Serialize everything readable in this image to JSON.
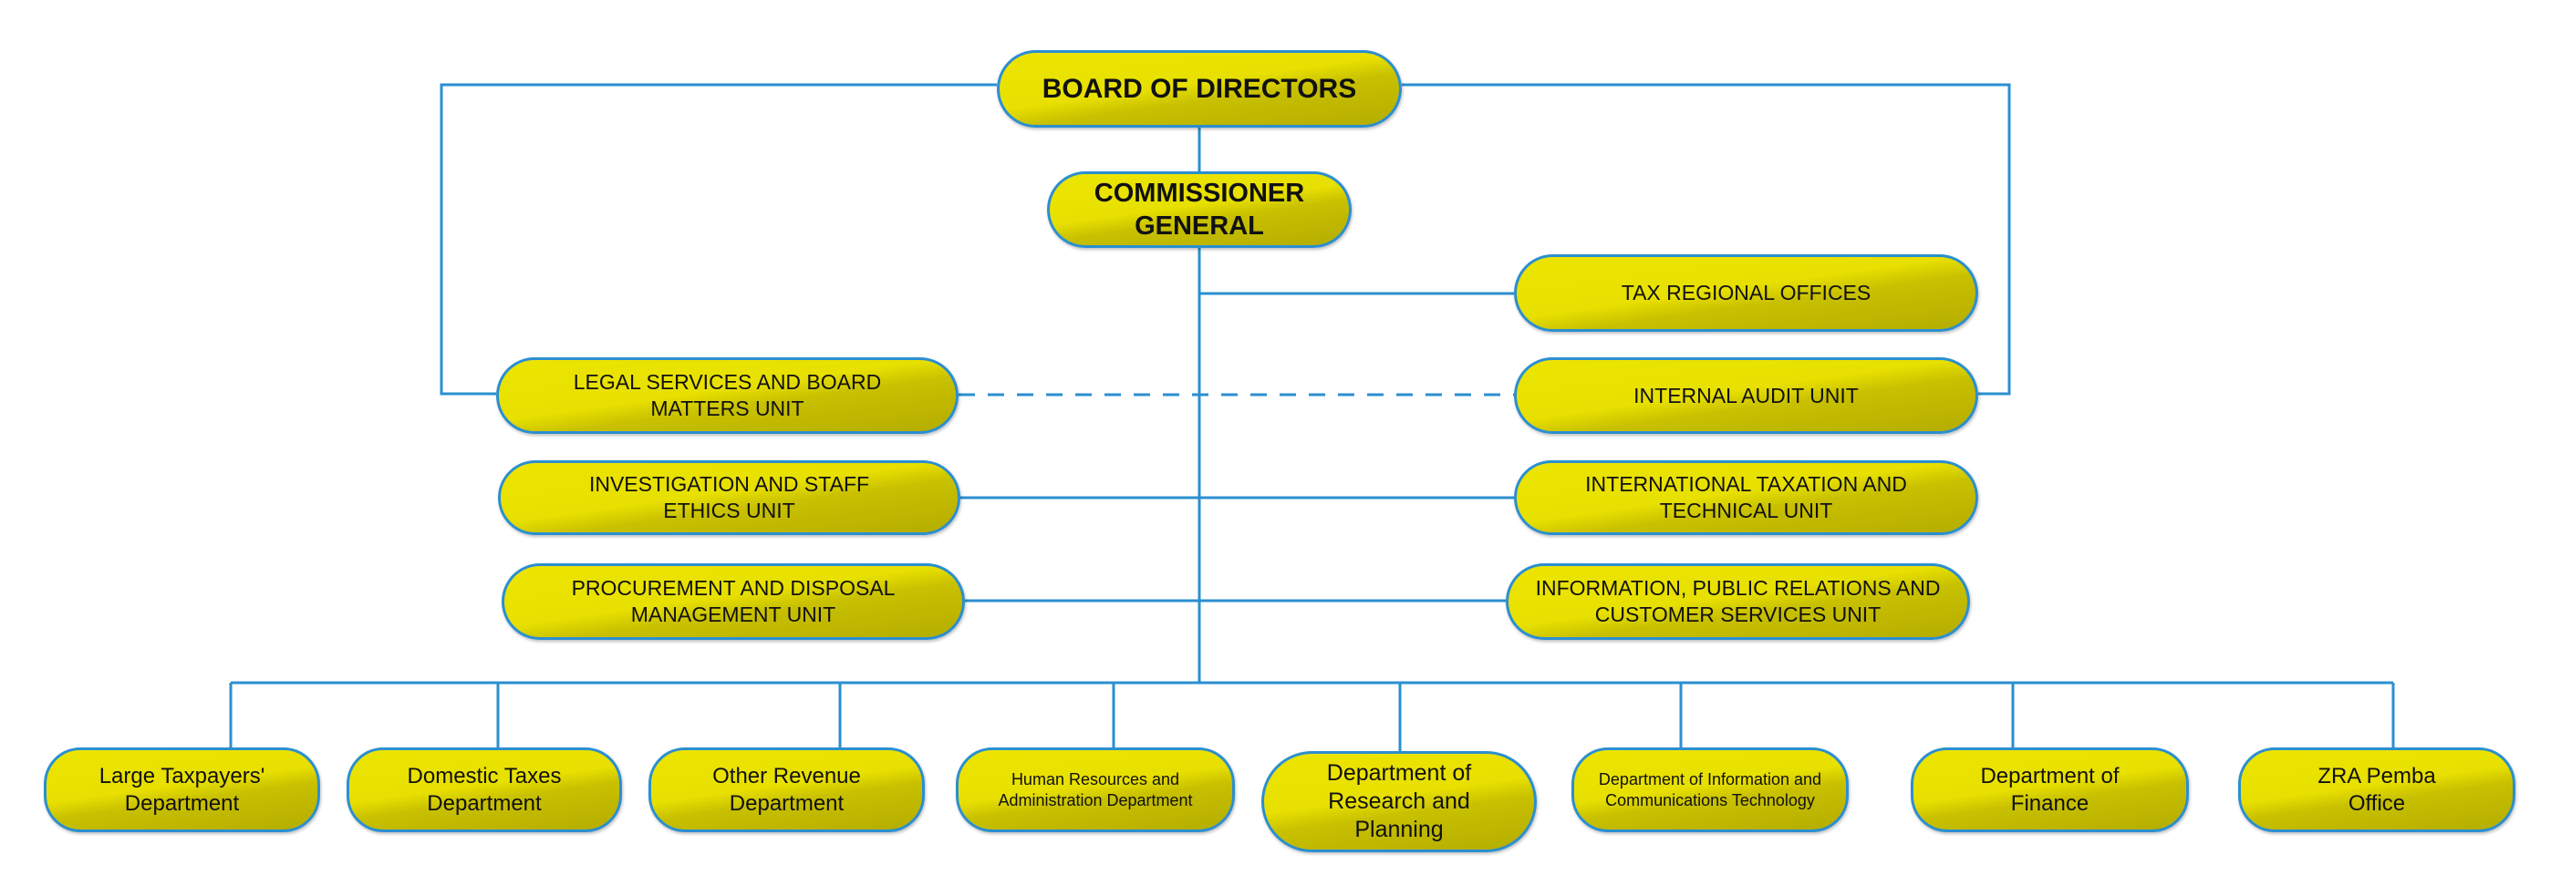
{
  "colors": {
    "box_fill": "#e8e000",
    "box_border": "#2b8fd0",
    "connector": "#2b8fd0"
  },
  "top": {
    "board": "BOARD OF DIRECTORS",
    "commissioner": "COMMISSIONER GENERAL"
  },
  "units": {
    "tax_regional": "TAX REGIONAL OFFICES",
    "legal": "LEGAL SERVICES AND BOARD MATTERS UNIT",
    "internal_audit": "INTERNAL AUDIT UNIT",
    "investigation": "INVESTIGATION AND STAFF ETHICS UNIT",
    "intl_tax": "INTERNATIONAL TAXATION AND TECHNICAL UNIT",
    "procurement": "PROCUREMENT AND DISPOSAL MANAGEMENT UNIT",
    "info_pr": "INFORMATION, PUBLIC RELATIONS AND CUSTOMER SERVICES UNIT"
  },
  "departments": [
    "Large Taxpayers' Department",
    "Domestic Taxes Department",
    "Other Revenue Department",
    "Human Resources and Administration Department",
    "Department of Research and Planning",
    "Department of Information and Communications Technology",
    "Department of Finance",
    "ZRA Pemba Office"
  ]
}
